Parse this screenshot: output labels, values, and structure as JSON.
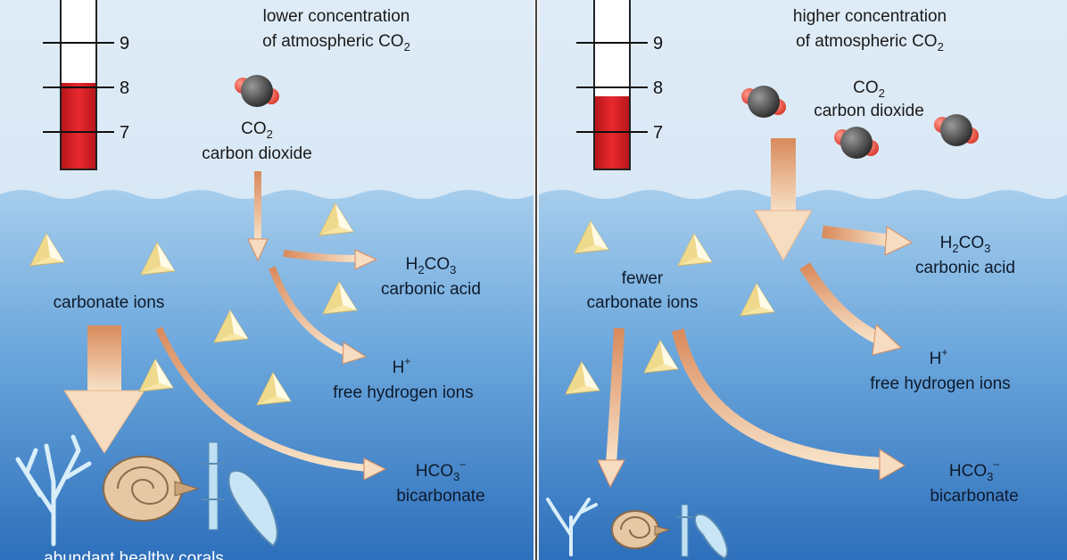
{
  "panels": {
    "left": {
      "thermometer": {
        "ticks": [
          "9",
          "8",
          "7"
        ],
        "level": 8.1
      },
      "atmosphere": {
        "line1": "lower concentration",
        "line2": "of atmospheric CO",
        "line2_sub": "2"
      },
      "co2": {
        "formula": "CO",
        "formula_sub": "2",
        "name": "carbon dioxide"
      },
      "carbonate": {
        "line1": "carbonate ions"
      },
      "carbonic": {
        "formula_a": "H",
        "formula_a_sub": "2",
        "formula_b": "CO",
        "formula_b_sub": "3",
        "name": "carbonic acid"
      },
      "hydrogen": {
        "formula": "H",
        "formula_sup": "+",
        "name": "free hydrogen ions"
      },
      "bicarbonate": {
        "formula": "HCO",
        "formula_sub": "3",
        "formula_sup": "–",
        "name": "bicarbonate"
      },
      "caption": "abundant healthy corals"
    },
    "right": {
      "thermometer": {
        "ticks": [
          "9",
          "8",
          "7"
        ],
        "level": 7.8
      },
      "atmosphere": {
        "line1": "higher concentration",
        "line2": "of atmospheric CO",
        "line2_sub": "2"
      },
      "co2": {
        "formula": "CO",
        "formula_sub": "2",
        "name": "carbon dioxide"
      },
      "carbonate": {
        "line1": "fewer",
        "line2": "carbonate ions"
      },
      "carbonic": {
        "formula_a": "H",
        "formula_a_sub": "2",
        "formula_b": "CO",
        "formula_b_sub": "3",
        "name": "carbonic acid"
      },
      "hydrogen": {
        "formula": "H",
        "formula_sup": "+",
        "name": "free hydrogen ions"
      },
      "bicarbonate": {
        "formula": "HCO",
        "formula_sub": "3",
        "formula_sup": "–",
        "name": "bicarbonate"
      }
    }
  },
  "colors": {
    "sky_top": "#dfecf7",
    "sky_bottom": "#cfe2f2",
    "water_top": "#9cc6ea",
    "water_bottom": "#2f73bd",
    "arrow_light": "#f6dcc0",
    "arrow_dark": "#d98a5b",
    "thermo_fill": "#e3262b",
    "crystal": "#fbf3cf",
    "molecule": "#3d3d3d",
    "oxygen": "#e84a3c",
    "coral": "#d8eef9"
  }
}
